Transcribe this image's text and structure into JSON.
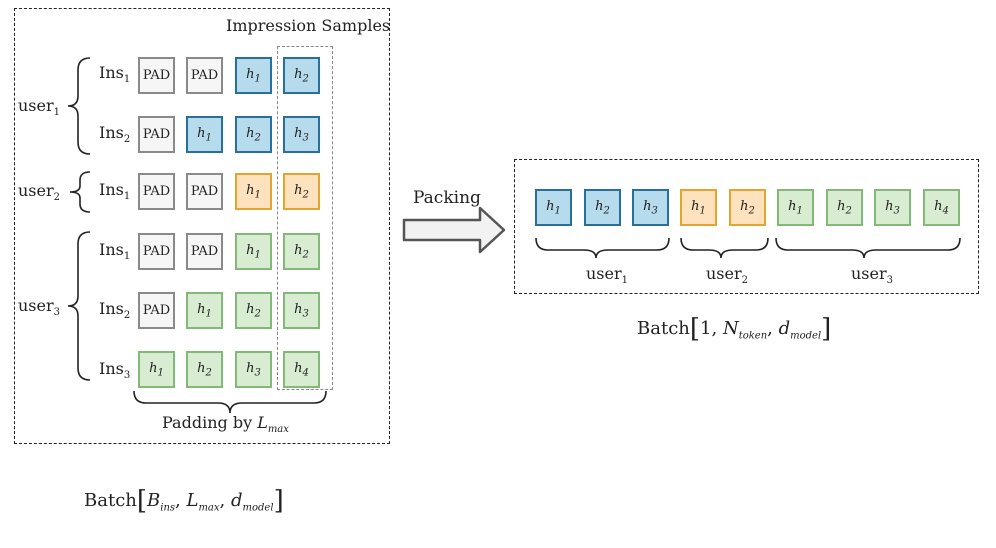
{
  "colors": {
    "blue_fill": "#b5dbed",
    "blue_border": "#2a6f9a",
    "orange_fill": "#fde2bd",
    "orange_border": "#e3a52f",
    "green_fill": "#d8ecd2",
    "green_border": "#84b878",
    "pad_fill": "#f6f6f6",
    "pad_border": "#8a8a8a"
  },
  "left_panel": {
    "title": "Impression Samples",
    "padding_label": "Padding by",
    "padding_var": "L",
    "padding_sub": "max",
    "users": [
      {
        "name": "user",
        "index": "1"
      },
      {
        "name": "user",
        "index": "2"
      },
      {
        "name": "user",
        "index": "3"
      }
    ],
    "rows": [
      {
        "ins": "Ins",
        "ins_index": "1",
        "cells": [
          [
            "pad",
            "PAD",
            ""
          ],
          [
            "pad",
            "PAD",
            ""
          ],
          [
            "blue",
            "h",
            "1"
          ],
          [
            "blue",
            "h",
            "2"
          ]
        ]
      },
      {
        "ins": "Ins",
        "ins_index": "2",
        "cells": [
          [
            "pad",
            "PAD",
            ""
          ],
          [
            "blue",
            "h",
            "1"
          ],
          [
            "blue",
            "h",
            "2"
          ],
          [
            "blue",
            "h",
            "3"
          ]
        ]
      },
      {
        "ins": "Ins",
        "ins_index": "1",
        "cells": [
          [
            "pad",
            "PAD",
            ""
          ],
          [
            "pad",
            "PAD",
            ""
          ],
          [
            "orange",
            "h",
            "1"
          ],
          [
            "orange",
            "h",
            "2"
          ]
        ]
      },
      {
        "ins": "Ins",
        "ins_index": "1",
        "cells": [
          [
            "pad",
            "PAD",
            ""
          ],
          [
            "pad",
            "PAD",
            ""
          ],
          [
            "green",
            "h",
            "1"
          ],
          [
            "green",
            "h",
            "2"
          ]
        ]
      },
      {
        "ins": "Ins",
        "ins_index": "2",
        "cells": [
          [
            "pad",
            "PAD",
            ""
          ],
          [
            "green",
            "h",
            "1"
          ],
          [
            "green",
            "h",
            "2"
          ],
          [
            "green",
            "h",
            "3"
          ]
        ]
      },
      {
        "ins": "Ins",
        "ins_index": "3",
        "cells": [
          [
            "green",
            "h",
            "1"
          ],
          [
            "green",
            "h",
            "2"
          ],
          [
            "green",
            "h",
            "3"
          ],
          [
            "green",
            "h",
            "4"
          ]
        ]
      }
    ],
    "batch_label": "Batch",
    "batch_args": [
      {
        "var": "B",
        "sub": "ins"
      },
      {
        "var": "L",
        "sub": "max"
      },
      {
        "var": "d",
        "sub": "model"
      }
    ]
  },
  "arrow": {
    "label": "Packing"
  },
  "right_panel": {
    "cells": [
      [
        "blue",
        "h",
        "1"
      ],
      [
        "blue",
        "h",
        "2"
      ],
      [
        "blue",
        "h",
        "3"
      ],
      [
        "orange",
        "h",
        "1"
      ],
      [
        "orange",
        "h",
        "2"
      ],
      [
        "green",
        "h",
        "1"
      ],
      [
        "green",
        "h",
        "2"
      ],
      [
        "green",
        "h",
        "3"
      ],
      [
        "green",
        "h",
        "4"
      ]
    ],
    "groups": [
      {
        "name": "user",
        "index": "1"
      },
      {
        "name": "user",
        "index": "2"
      },
      {
        "name": "user",
        "index": "3"
      }
    ],
    "batch_label": "Batch",
    "batch_args": [
      {
        "num": "1"
      },
      {
        "var": "N",
        "sub": "token"
      },
      {
        "var": "d",
        "sub": "model"
      }
    ]
  }
}
